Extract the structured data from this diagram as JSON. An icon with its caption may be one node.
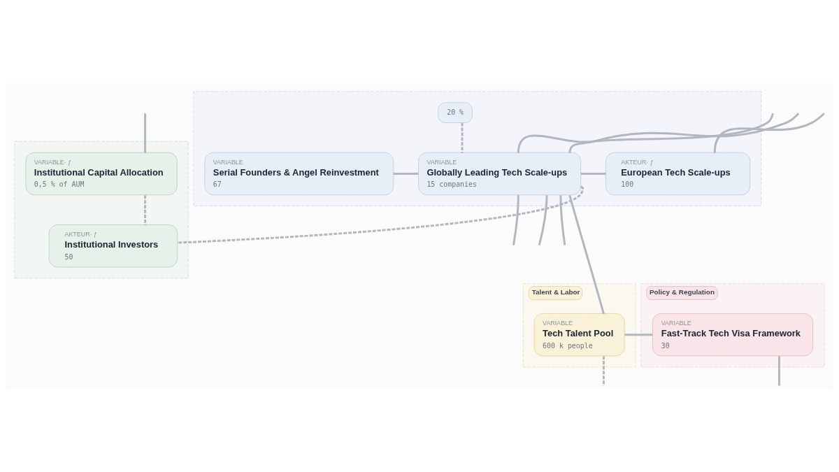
{
  "diagram": {
    "nodes": [
      {
        "text": [],
        "shape": "box"
      },
      {
        "text": [
          "20 %"
        ],
        "in": 0
      },
      {
        "text": [
          "VARIABLE",
          "Globally Leading Tech Scale-ups",
          "15 companies"
        ],
        "in": 0
      },
      {
        "text": [
          "AKTEUR· ƒ",
          "European Tech Scale-ups",
          "100"
        ],
        "in": 0
      },
      {
        "text": [
          "VARIABLE",
          "Serial Founders & Angel Reinvestment",
          "67"
        ],
        "in": 0
      },
      {
        "text": [],
        "shape": "box"
      },
      {
        "text": [
          "VARIABLE· ƒ",
          "Institutional Capital Allocation",
          "0,5 % of AUM"
        ],
        "in": 5
      },
      {
        "text": [
          "AKTEUR· ƒ",
          "Institutional Investors",
          "50"
        ],
        "in": 5
      },
      {
        "text": [
          "Talent & Labor"
        ]
      },
      {
        "text": [
          "VARIABLE",
          "Tech Talent Pool",
          "600 k people"
        ],
        "in": 8
      },
      {
        "text": [
          "Policy & Regulation"
        ]
      },
      {
        "text": [
          "VARIABLE",
          "Fast-Track Tech Visa Framework",
          "30"
        ],
        "in": 10
      }
    ],
    "edges": [
      {
        "from": null,
        "to": 2,
        "arrow": "none"
      },
      {
        "from": 1,
        "to": 2,
        "arrow": "none",
        "style": "dashed"
      },
      {
        "from": 2,
        "to": null,
        "arrow": "none"
      },
      {
        "from": 2,
        "to": 3,
        "arrow": "none"
      },
      {
        "from": 2,
        "to": 7,
        "arrow": "none",
        "style": "dashed"
      },
      {
        "from": 2,
        "to": 9,
        "arrow": "none"
      },
      {
        "from": 2,
        "to": null,
        "arrow": "none"
      },
      {
        "from": 2,
        "to": 4,
        "arrow": "none"
      },
      {
        "from": 2,
        "to": null,
        "arrow": "none"
      },
      {
        "from": 2,
        "to": null,
        "arrow": "none"
      },
      {
        "from": null,
        "to": 3,
        "arrow": "none"
      },
      {
        "from": null,
        "to": 6,
        "arrow": "none"
      },
      {
        "from": 6,
        "to": 7,
        "arrow": "none",
        "style": "dashed"
      },
      {
        "from": 11,
        "to": 9,
        "arrow": "none"
      },
      {
        "from": 11,
        "to": null,
        "arrow": "none"
      },
      {
        "from": 9,
        "to": null,
        "arrow": "none",
        "style": "dashed"
      }
    ]
  }
}
